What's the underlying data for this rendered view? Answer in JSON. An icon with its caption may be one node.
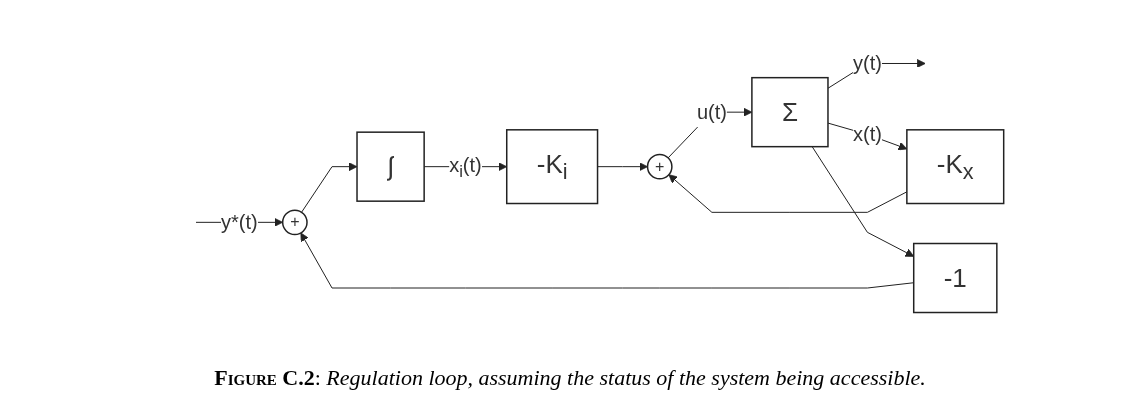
{
  "diagram": {
    "caption": "**Figure C.2**: *Regulation loop, assuming the status of the system being accessible.*",
    "nodes": [
      {
        "text": [
          "+"
        ]
      },
      {
        "text": [
          "∫"
        ]
      },
      {
        "text": [
          "-K$_{i}$"
        ]
      },
      {
        "text": [
          "+"
        ]
      },
      {
        "text": [
          "Σ"
        ]
      },
      {
        "text": [
          "-K$_{x}$"
        ]
      },
      {
        "text": [
          "-1"
        ]
      }
    ],
    "edges": [
      {
        "from": null,
        "to": 0,
        "arrow": "to",
        "label": "y*(t)"
      },
      {
        "from": 0,
        "to": 1,
        "arrow": "to"
      },
      {
        "from": 1,
        "to": 2,
        "arrow": "to",
        "label": "x$_{i}$(t)"
      },
      {
        "from": 2,
        "to": 3,
        "arrow": "to"
      },
      {
        "from": 3,
        "to": 4,
        "arrow": "to",
        "label": "u(t)"
      },
      {
        "from": 4,
        "to": null,
        "arrow": "to",
        "label": "y(t)"
      },
      {
        "from": 4,
        "to": 5,
        "arrow": "to",
        "label": "x(t)"
      },
      {
        "from": 5,
        "to": 3,
        "arrow": "to"
      },
      {
        "from": 4,
        "to": 6,
        "arrow": "to"
      },
      {
        "from": 6,
        "to": 0,
        "arrow": "to"
      }
    ]
  }
}
